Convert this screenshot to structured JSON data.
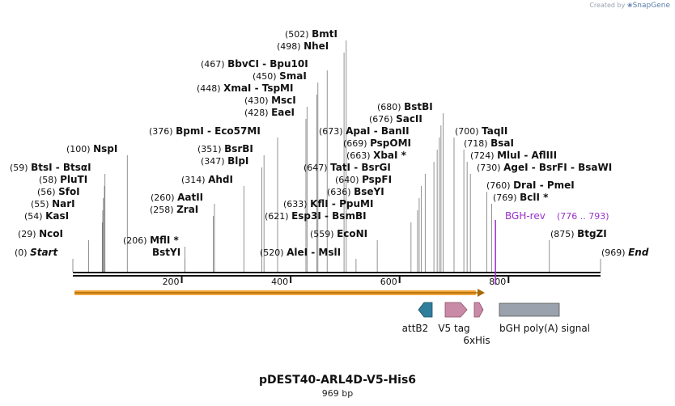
{
  "credit": {
    "prefix": "Created by",
    "brand": "SnapGene"
  },
  "title": "pDEST40-ARL4D-V5-His6",
  "subtitle": "969 bp",
  "sequence_length": 969,
  "tick_labels": [
    "200",
    "400",
    "600",
    "800"
  ],
  "sites": [
    {
      "pos": "(0)",
      "name": "Start",
      "italic": true
    },
    {
      "pos": "(29)",
      "name": "NcoI"
    },
    {
      "pos": "(54)",
      "name": "KasI"
    },
    {
      "pos": "(55)",
      "name": "NarI"
    },
    {
      "pos": "(56)",
      "name": "SfoI"
    },
    {
      "pos": "(58)",
      "name": "PluTI"
    },
    {
      "pos": "(59)",
      "name": "BtsI  -  BtsαI"
    },
    {
      "pos": "(100)",
      "name": "NspI"
    },
    {
      "pos": "(206)",
      "name": "MflI *"
    },
    {
      "pos": "",
      "name": "BstYI"
    },
    {
      "pos": "(258)",
      "name": "ZraI"
    },
    {
      "pos": "(260)",
      "name": "AatII"
    },
    {
      "pos": "(314)",
      "name": "AhdI"
    },
    {
      "pos": "(347)",
      "name": "BlpI"
    },
    {
      "pos": "(351)",
      "name": "BsrBI"
    },
    {
      "pos": "(376)",
      "name": "BpmI  -  Eco57MI"
    },
    {
      "pos": "(428)",
      "name": "EaeI"
    },
    {
      "pos": "(430)",
      "name": "MscI"
    },
    {
      "pos": "(448)",
      "name": "XmaI  -  TspMI"
    },
    {
      "pos": "(450)",
      "name": "SmaI"
    },
    {
      "pos": "(467)",
      "name": "BbvCI  -  Bpu10I"
    },
    {
      "pos": "(498)",
      "name": "NheI"
    },
    {
      "pos": "(502)",
      "name": "BmtI"
    },
    {
      "pos": "(520)",
      "name": "AleI  -  MslI"
    },
    {
      "pos": "(559)",
      "name": "EcoNI"
    },
    {
      "pos": "(621)",
      "name": "Esp3I  -  BsmBI"
    },
    {
      "pos": "(633)",
      "name": "KflI  -  PpuMI"
    },
    {
      "pos": "(636)",
      "name": "BseYI"
    },
    {
      "pos": "(640)",
      "name": "PspFI"
    },
    {
      "pos": "(647)",
      "name": "TatI  -  BsrGI"
    },
    {
      "pos": "(663)",
      "name": "XbaI *"
    },
    {
      "pos": "(669)",
      "name": "PspOMI"
    },
    {
      "pos": "(673)",
      "name": "ApaI  -  BanII"
    },
    {
      "pos": "(676)",
      "name": "SacII"
    },
    {
      "pos": "(680)",
      "name": "BstBI"
    },
    {
      "pos": "(700)",
      "name": "TaqII"
    },
    {
      "pos": "(718)",
      "name": "BsaI"
    },
    {
      "pos": "(724)",
      "name": "MluI  -  AflIII"
    },
    {
      "pos": "(730)",
      "name": "AgeI  -  BsrFI  -  BsaWI"
    },
    {
      "pos": "(760)",
      "name": "DraI  -  PmeI"
    },
    {
      "pos": "(769)",
      "name": "BclI *"
    },
    {
      "pos": "(875)",
      "name": "BtgZI"
    },
    {
      "pos": "(969)",
      "name": "End",
      "italic": true
    }
  ],
  "primer": {
    "name": "BGH-rev",
    "range": "(776 .. 793)",
    "color": "#9b30c9"
  },
  "features": [
    {
      "name": "attB2",
      "color": "#2f7f9c"
    },
    {
      "name": "V5 tag",
      "color": "#c98aa8"
    },
    {
      "name": "6xHis",
      "color": "#c98aa8"
    },
    {
      "name": "bGH poly(A) signal",
      "color": "#9aa3ad"
    }
  ],
  "orf_color": "#f2a43a"
}
